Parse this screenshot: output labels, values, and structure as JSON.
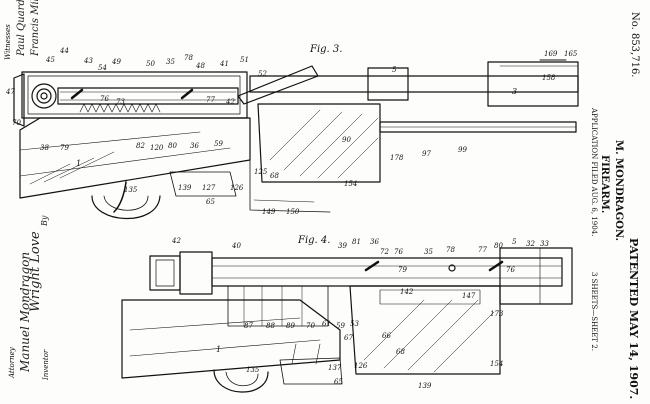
{
  "patent": {
    "number": "No. 853,716.",
    "inventor": "M. MONDRAGON.",
    "title": "FIREARM.",
    "application": "APPLICATION FILED AUG. 6, 1904.",
    "patented": "PATENTED MAY 14, 1907.",
    "sheet": "3 SHEETS—SHEET 2."
  },
  "signatures": {
    "witnesses_label": "Witnesses",
    "witness_1": "Paul Quard",
    "witness_2": "Francis Miller",
    "inventor_label": "Inventor",
    "inventor_name": "Manuel Mondragon",
    "attorney_prefix": "By",
    "attorney_name": "Wright Love",
    "attorney_label": "Attorney"
  },
  "figures": {
    "fig3": "Fig. 3.",
    "fig4": "Fig. 4."
  },
  "fig3_labels": [
    "44",
    "45",
    "43",
    "54",
    "49",
    "50",
    "35",
    "78",
    "48",
    "41",
    "51",
    "52",
    "5",
    "169",
    "165",
    "47",
    "76",
    "73",
    "77",
    "42",
    "158",
    "3",
    "70",
    "82",
    "120",
    "80",
    "36",
    "59",
    "90",
    "38",
    "79",
    "1",
    "135",
    "125",
    "68",
    "154",
    "178",
    "97",
    "99",
    "139",
    "127",
    "126",
    "65",
    "149",
    "150"
  ],
  "fig4_labels": [
    "42",
    "40",
    "39",
    "81",
    "36",
    "72",
    "76",
    "35",
    "78",
    "77",
    "80",
    "5",
    "32",
    "33",
    "79",
    "76",
    "142",
    "147",
    "87",
    "88",
    "89",
    "70",
    "61",
    "59",
    "53",
    "67",
    "66",
    "68",
    "173",
    "135",
    "137",
    "126",
    "65",
    "139",
    "154",
    "1"
  ]
}
